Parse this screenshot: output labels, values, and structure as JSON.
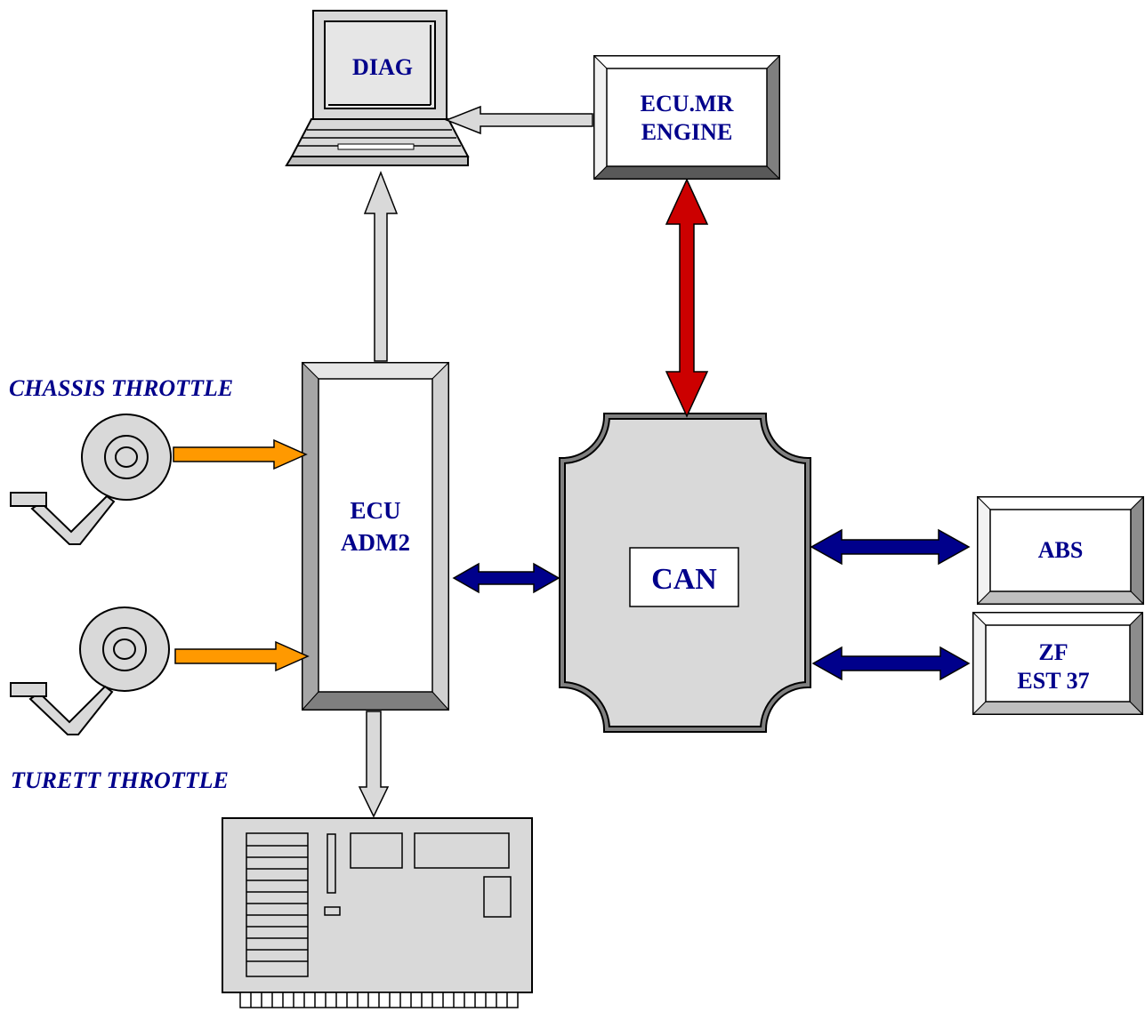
{
  "nodes": {
    "diag": "DIAG",
    "ecu_mr_line1": "ECU.MR",
    "ecu_mr_line2": "ENGINE",
    "ecu_adm2_line1": "ECU",
    "ecu_adm2_line2": "ADM2",
    "can": "CAN",
    "abs": "ABS",
    "zf_line1": "ZF",
    "zf_line2": "EST 37"
  },
  "labels": {
    "chassis_throttle": "CHASSIS THROTTLE",
    "turett_throttle": "TURETT THROTTLE"
  },
  "colors": {
    "text": "#00008b",
    "bus_arrow": "#00008b",
    "engine_arrow": "#cc0000",
    "throttle_arrow": "#ff9900",
    "data_arrow": "#d9d9d9",
    "box_fill": "#d9d9d9"
  }
}
